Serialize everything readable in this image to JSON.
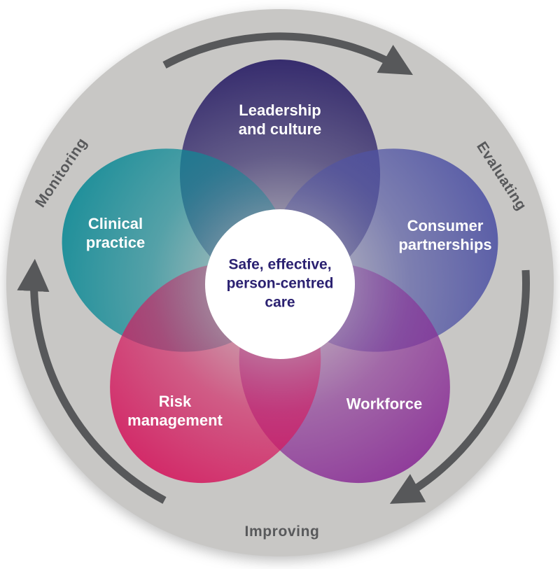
{
  "diagram": {
    "ring": {
      "fill": "#c8c7c5",
      "arrow_color": "#57585a",
      "labels": [
        {
          "text": "Monitoring"
        },
        {
          "text": "Evaluating"
        },
        {
          "text": "Improving"
        }
      ]
    },
    "center": {
      "fill": "#ffffff",
      "text_color": "#2b2171",
      "lines": [
        "Safe, effective,",
        "person-centred",
        "care"
      ]
    },
    "petals": [
      {
        "name": "leadership-and-culture",
        "color": "#261b64",
        "lines": [
          "Leadership",
          "and culture"
        ]
      },
      {
        "name": "clinical-practice",
        "color": "#0e8a96",
        "lines": [
          "Clinical",
          "practice"
        ]
      },
      {
        "name": "consumer-partnerships",
        "color": "#4f53a4",
        "lines": [
          "Consumer",
          "partnerships"
        ]
      },
      {
        "name": "workforce",
        "color": "#8a2e96",
        "lines": [
          "Workforce"
        ]
      },
      {
        "name": "risk-management",
        "color": "#d41a5f",
        "lines": [
          "Risk",
          "management"
        ]
      }
    ]
  }
}
